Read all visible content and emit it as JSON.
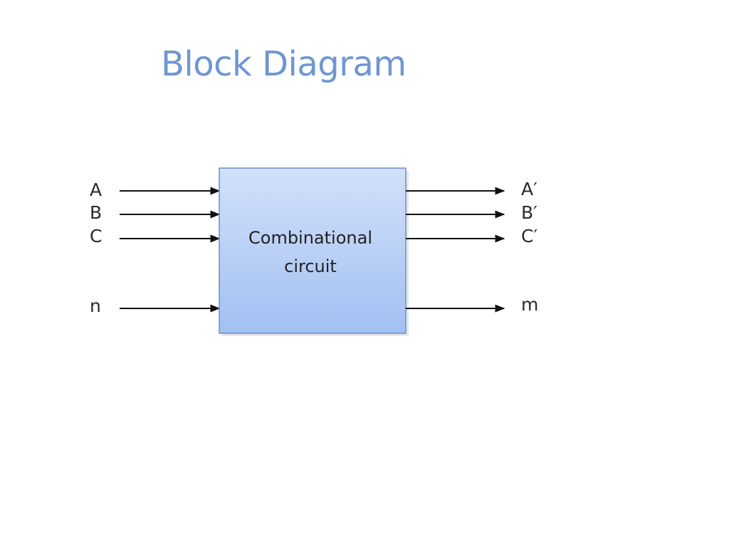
{
  "title": "Block Diagram",
  "block": {
    "line1": "Combinational",
    "line2": "circuit"
  },
  "inputs": [
    "A",
    "B",
    "C",
    "n"
  ],
  "outputs": [
    "A′",
    "B′",
    "C′",
    "m"
  ],
  "colors": {
    "title": "#6e96d2",
    "box_top": "#d2e0fa",
    "box_bottom": "#a2c0f2",
    "box_border": "#6a8fc4"
  }
}
